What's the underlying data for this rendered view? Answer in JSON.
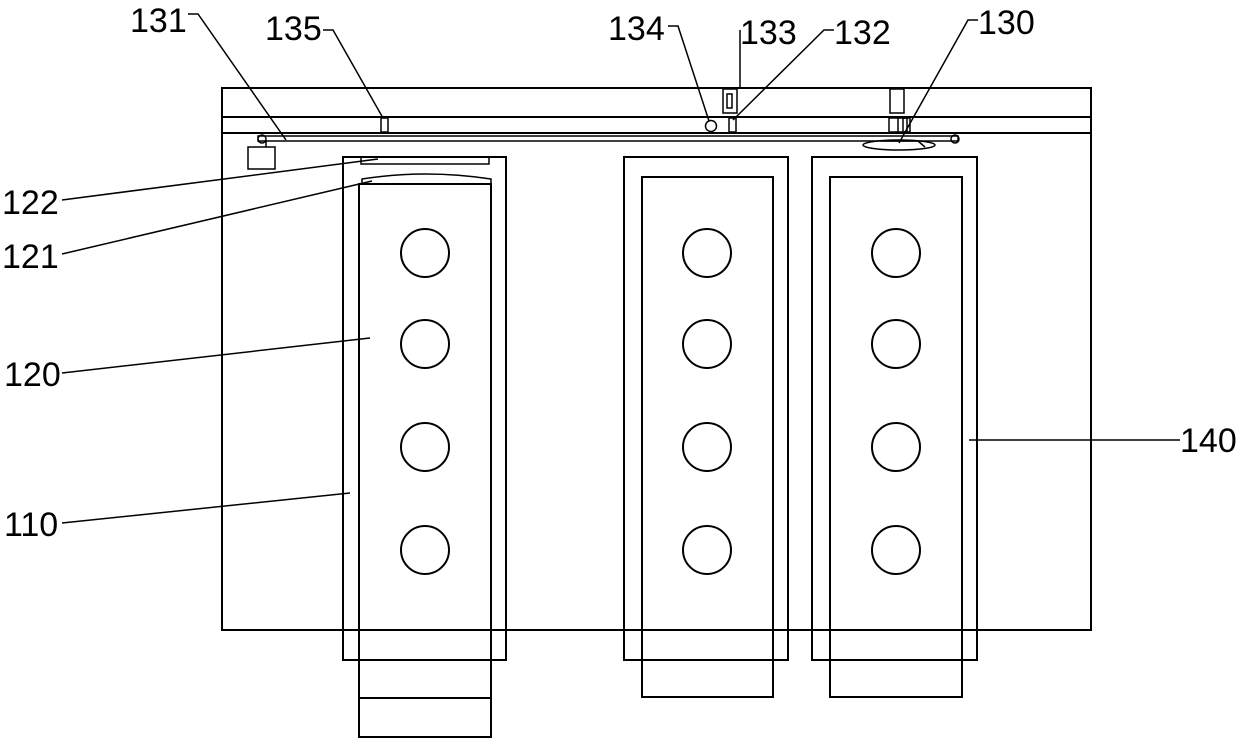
{
  "labels": {
    "l131": "131",
    "l135": "135",
    "l134": "134",
    "l133": "133",
    "l132": "132",
    "l130": "130",
    "l122": "122",
    "l121": "121",
    "l120": "120",
    "l110": "110",
    "l140": "140"
  },
  "colors": {
    "stroke": "#000000",
    "background": "#ffffff"
  }
}
